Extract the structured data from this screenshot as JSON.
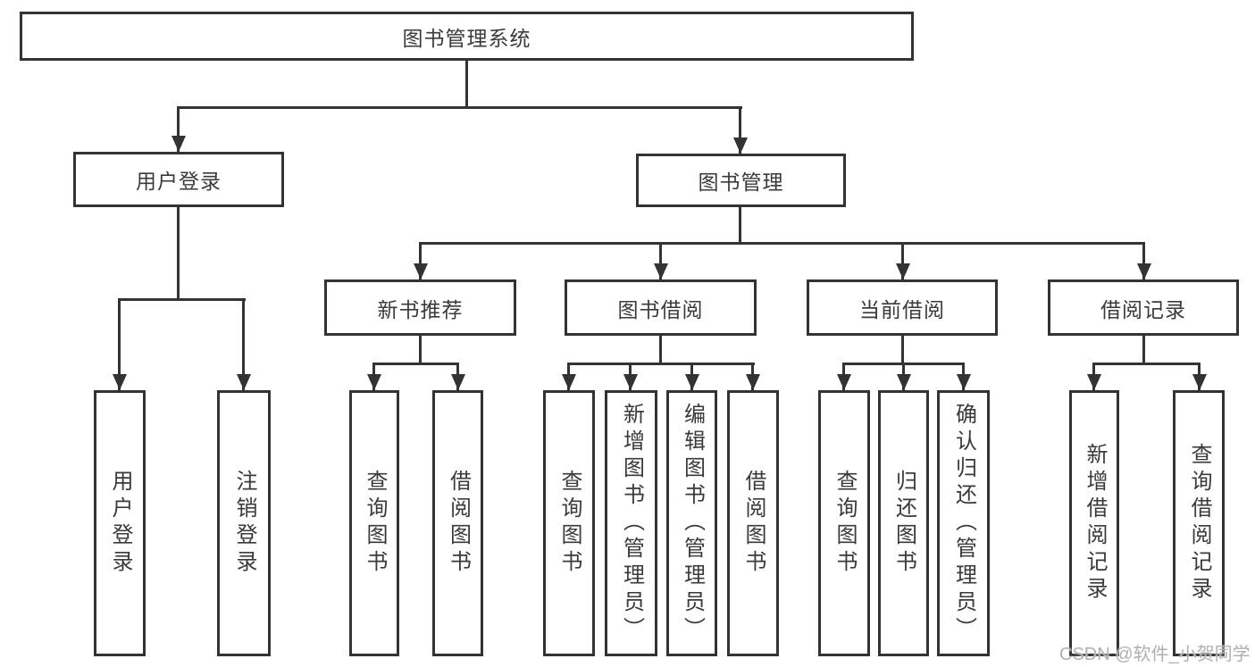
{
  "nodes": {
    "root": "图书管理系统",
    "user_login": "用户登录",
    "book_mgmt": "图书管理",
    "new_book_rec": "新书推荐",
    "book_borrow": "图书借阅",
    "current_borrow": "当前借阅",
    "borrow_record": "借阅记录",
    "leaf_user_login": "用户登录",
    "leaf_logout": "注销登录",
    "leaf_query_book_1": "查询图书",
    "leaf_borrow_book_1": "借阅图书",
    "leaf_query_book_2": "查询图书",
    "leaf_add_book": "新增图书（管理员）",
    "leaf_edit_book": "编辑图书（管理员）",
    "leaf_borrow_book_2": "借阅图书",
    "leaf_query_book_3": "查询图书",
    "leaf_return_book": "归还图书",
    "leaf_confirm_return": "确认归还（管理员）",
    "leaf_add_record": "新增借阅记录",
    "leaf_query_record": "查询借阅记录"
  },
  "watermark": "CSDN @软件_小贺同学",
  "colors": {
    "line": "#333333",
    "text": "#3a3a3a",
    "background": "#ffffff",
    "watermark": "#b0b0b0"
  },
  "diagram_type": "hierarchy-tree"
}
